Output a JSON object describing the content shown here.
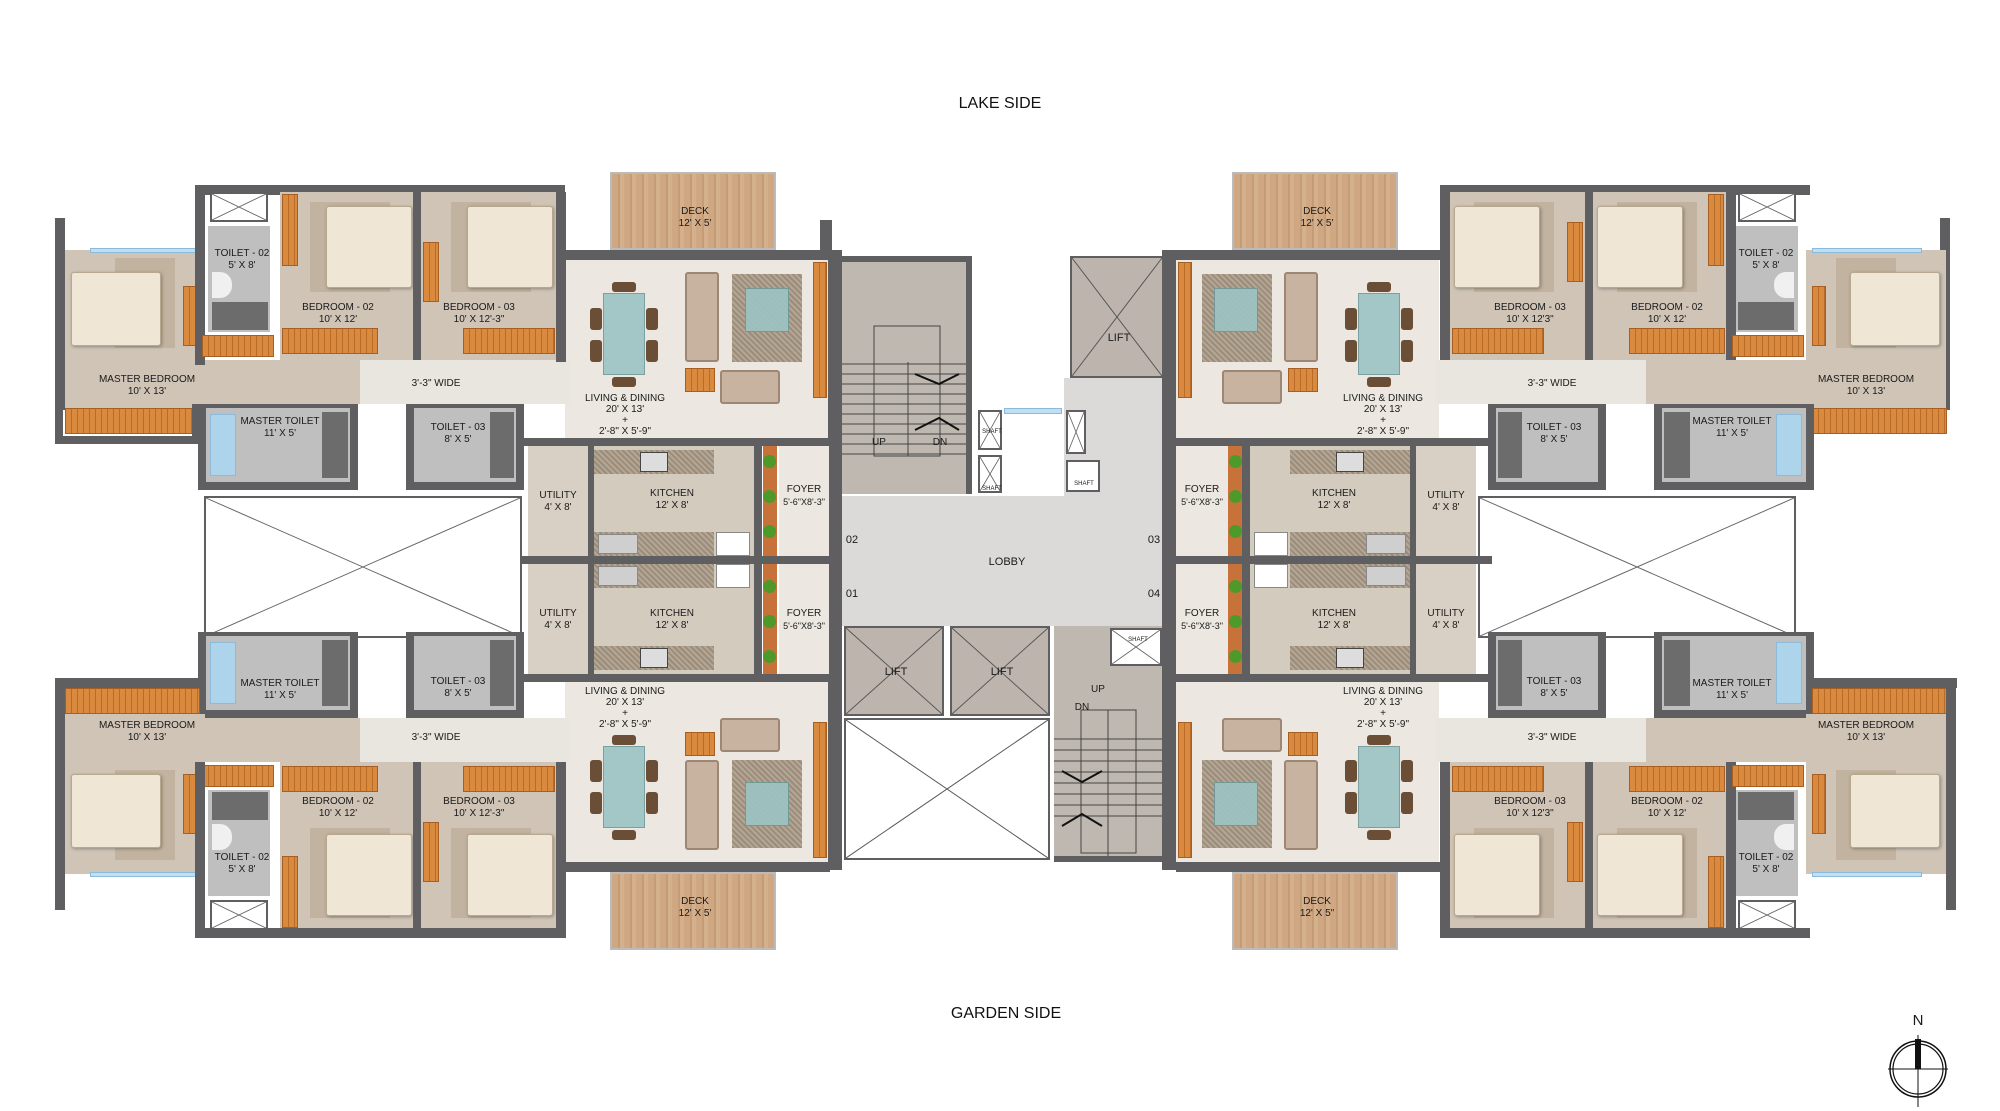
{
  "orientation": {
    "top_label": "LAKE SIDE",
    "bottom_label": "GARDEN SIDE",
    "compass_label": "N"
  },
  "core": {
    "lobby": "LOBBY",
    "flat_numbers": [
      "01",
      "02",
      "03",
      "04"
    ],
    "lift_label": "LIFT",
    "shaft_label": "SHAFT",
    "stair_up": "UP",
    "stair_down": "DN"
  },
  "units": [
    {
      "id": "01",
      "position": "bottom-left",
      "rooms": {
        "master_bedroom": {
          "name": "MASTER BEDROOM",
          "size": "10' X 13'"
        },
        "master_toilet": {
          "name": "MASTER TOILET",
          "size": "11' X 5'"
        },
        "bedroom_02": {
          "name": "BEDROOM - 02",
          "size": "10' X 12'"
        },
        "bedroom_03": {
          "name": "BEDROOM - 03",
          "size": "10' X 12'-3\""
        },
        "toilet_02": {
          "name": "TOILET - 02",
          "size": "5' X 8'"
        },
        "toilet_03": {
          "name": "TOILET - 03",
          "size": "8' X 5'"
        },
        "passage": {
          "name": "3'-3\" WIDE"
        },
        "living_dining": {
          "name": "LIVING & DINING",
          "size": "20' X 13'",
          "plus": "+",
          "extra": "2'-8\" X 5'-9\""
        },
        "kitchen": {
          "name": "KITCHEN",
          "size": "12' X 8'"
        },
        "utility": {
          "name": "UTILITY",
          "size": "4' X 8'"
        },
        "foyer": {
          "name": "FOYER",
          "size": "5'-6\"X8'-3\""
        },
        "deck": {
          "name": "DECK",
          "size": "12' X 5'"
        }
      }
    },
    {
      "id": "02",
      "position": "top-left",
      "rooms": {
        "master_bedroom": {
          "name": "MASTER BEDROOM",
          "size": "10' X 13'"
        },
        "master_toilet": {
          "name": "MASTER TOILET",
          "size": "11' X 5'"
        },
        "bedroom_02": {
          "name": "BEDROOM - 02",
          "size": "10' X 12'"
        },
        "bedroom_03": {
          "name": "BEDROOM - 03",
          "size": "10' X 12'-3\""
        },
        "toilet_02": {
          "name": "TOILET - 02",
          "size": "5' X 8'"
        },
        "toilet_03": {
          "name": "TOILET - 03",
          "size": "8' X 5'"
        },
        "passage": {
          "name": "3'-3\" WIDE"
        },
        "living_dining": {
          "name": "LIVING & DINING",
          "size": "20' X 13'",
          "plus": "+",
          "extra": "2'-8\" X 5'-9\""
        },
        "kitchen": {
          "name": "KITCHEN",
          "size": "12' X 8'"
        },
        "utility": {
          "name": "UTILITY",
          "size": "4' X 8'"
        },
        "foyer": {
          "name": "FOYER",
          "size": "5'-6\"X8'-3\""
        },
        "deck": {
          "name": "DECK",
          "size": "12' X 5'"
        }
      }
    },
    {
      "id": "03",
      "position": "top-right",
      "rooms": {
        "master_bedroom": {
          "name": "MASTER BEDROOM",
          "size": "10' X 13'"
        },
        "master_toilet": {
          "name": "MASTER TOILET",
          "size": "11' X 5'"
        },
        "bedroom_02": {
          "name": "BEDROOM - 02",
          "size": "10' X 12'"
        },
        "bedroom_03": {
          "name": "BEDROOM - 03",
          "size": "10' X 12'3\""
        },
        "toilet_02": {
          "name": "TOILET - 02",
          "size": "5' X 8'"
        },
        "toilet_03": {
          "name": "TOILET - 03",
          "size": "8' X 5'"
        },
        "passage": {
          "name": "3'-3\" WIDE"
        },
        "living_dining": {
          "name": "LIVING & DINING",
          "size": "20' X 13'",
          "plus": "+",
          "extra": "2'-8\" X 5'-9\""
        },
        "kitchen": {
          "name": "KITCHEN",
          "size": "12' X 8'"
        },
        "utility": {
          "name": "UTILITY",
          "size": "4' X 8'"
        },
        "foyer": {
          "name": "FOYER",
          "size": "5'-6\"X8'-3\""
        },
        "deck": {
          "name": "DECK",
          "size": "12' X 5'"
        }
      }
    },
    {
      "id": "04",
      "position": "bottom-right",
      "rooms": {
        "master_bedroom": {
          "name": "MASTER BEDROOM",
          "size": "10' X 13'"
        },
        "master_toilet": {
          "name": "MASTER TOILET",
          "size": "11' X 5'"
        },
        "bedroom_02": {
          "name": "BEDROOM - 02",
          "size": "10' X 12'"
        },
        "bedroom_03": {
          "name": "BEDROOM - 03",
          "size": "10' X 12'3\""
        },
        "toilet_02": {
          "name": "TOILET - 02",
          "size": "5' X 8'"
        },
        "toilet_03": {
          "name": "TOILET - 03",
          "size": "8' X 5'"
        },
        "passage": {
          "name": "3'-3\" WIDE"
        },
        "living_dining": {
          "name": "LIVING & DINING",
          "size": "20' X 13'",
          "plus": "+",
          "extra": "2'-8\" X 5'-9\""
        },
        "kitchen": {
          "name": "KITCHEN",
          "size": "12' X 8'"
        },
        "utility": {
          "name": "UTILITY",
          "size": "4' X 8'"
        },
        "foyer": {
          "name": "FOYER",
          "size": "5'-6\"X8'-3\""
        },
        "deck": {
          "name": "DECK",
          "size": "12' X 5\""
        }
      }
    }
  ],
  "colors": {
    "wall": "#5f5f61",
    "lobby": "#dcdad8",
    "wardrobe": "#d98a3f",
    "deck": "#cfa883",
    "window": "#bfe0f4",
    "glass_table": "#9cc4c4"
  }
}
